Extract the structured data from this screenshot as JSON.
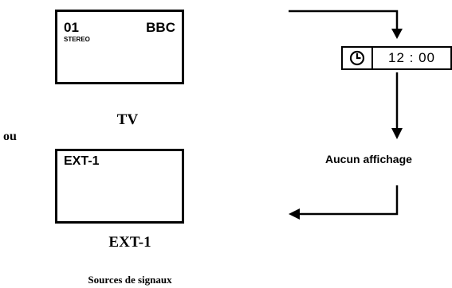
{
  "tv_screen": {
    "channel_number": "01",
    "audio_mode": "STEREO",
    "channel_name": "BBC"
  },
  "tv_caption": "TV",
  "separator": "ou",
  "ext_screen": {
    "label": "EXT-1"
  },
  "ext_caption": "EXT-1",
  "footer_caption": "Sources de signaux",
  "clock_display": {
    "icon": "clock-icon",
    "time": "12 : 00"
  },
  "no_display_label": "Aucun affichage"
}
